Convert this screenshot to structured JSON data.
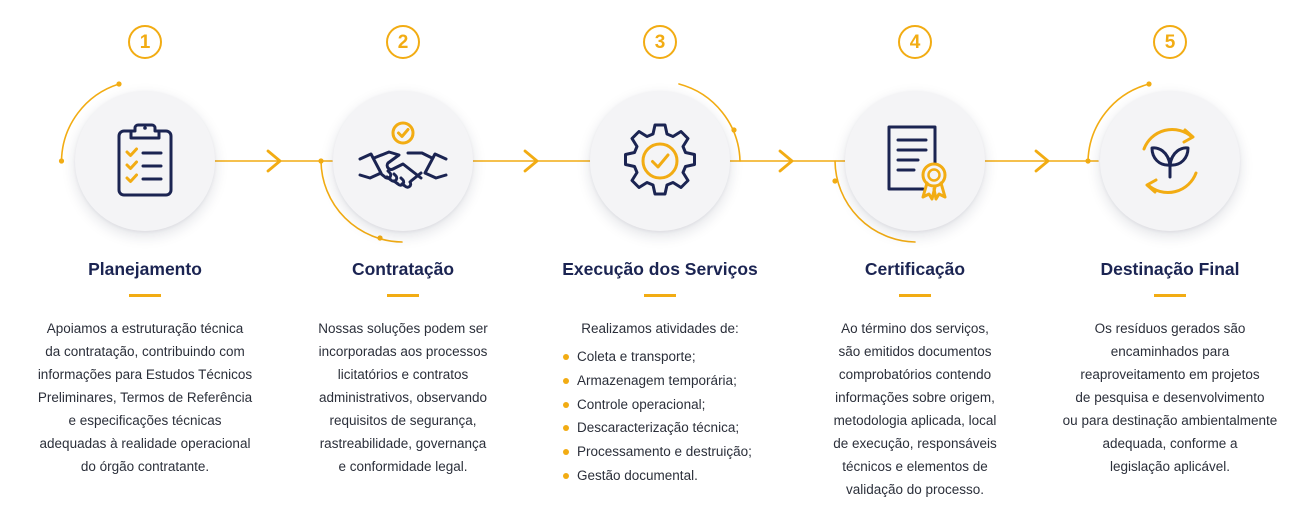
{
  "accent_color": "#f2ac13",
  "navy_color": "#1b2452",
  "steps": [
    {
      "number": "1",
      "icon": "clipboard-checklist-icon",
      "title": "Planejamento",
      "description": [
        "Apoiamos a estruturação técnica",
        "da contratação, contribuindo com",
        "informações para Estudos Técnicos",
        "Preliminares, Termos de Referência",
        "e especificações técnicas",
        "adequadas à realidade operacional",
        "do órgão contratante."
      ]
    },
    {
      "number": "2",
      "icon": "handshake-icon",
      "title": "Contratação",
      "description": [
        "Nossas soluções podem ser",
        "incorporadas aos processos",
        "licitatórios e contratos",
        "administrativos, observando",
        "requisitos de segurança,",
        "rastreabilidade, governança",
        "e conformidade legal."
      ]
    },
    {
      "number": "3",
      "icon": "gear-check-icon",
      "title": "Execução dos Serviços",
      "intro": "Realizamos atividades de:",
      "activities": [
        "Coleta e transporte;",
        "Armazenagem temporária;",
        "Controle operacional;",
        "Descaracterização técnica;",
        "Processamento e destruição;",
        "Gestão documental."
      ]
    },
    {
      "number": "4",
      "icon": "certificate-icon",
      "title": "Certificação",
      "description": [
        "Ao término dos serviços,",
        "são emitidos documentos",
        "comprobatórios contendo",
        "informações sobre origem,",
        "metodologia aplicada, local",
        "de execução, responsáveis",
        "técnicos e elementos de",
        "validação do processo."
      ]
    },
    {
      "number": "5",
      "icon": "recycle-leaf-icon",
      "title": "Destinação Final",
      "description": [
        "Os resíduos gerados são",
        "encaminhados para",
        "reaproveitamento em projetos",
        "de pesquisa e desenvolvimento",
        "ou para destinação ambientalmente",
        "adequada, conforme a",
        "legislação aplicável."
      ]
    }
  ]
}
